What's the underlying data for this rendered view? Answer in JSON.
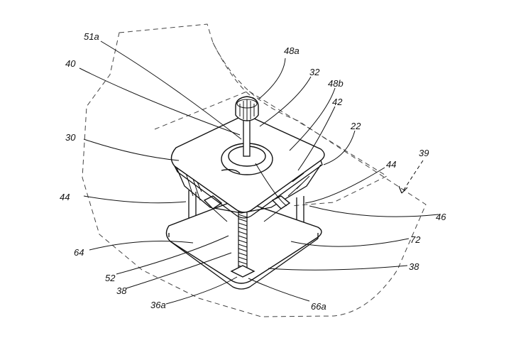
{
  "labels": {
    "l51a": "51a",
    "l48a": "48a",
    "l40": "40",
    "l32": "32",
    "l48b": "48b",
    "l42": "42",
    "l30": "30",
    "l22": "22",
    "l39": "39",
    "l44a": "44",
    "l44b": "44",
    "l46": "46",
    "l64": "64",
    "l72": "72",
    "l52": "52",
    "l38a": "38",
    "l38b": "38",
    "l36a": "36a",
    "l66a": "66a"
  }
}
